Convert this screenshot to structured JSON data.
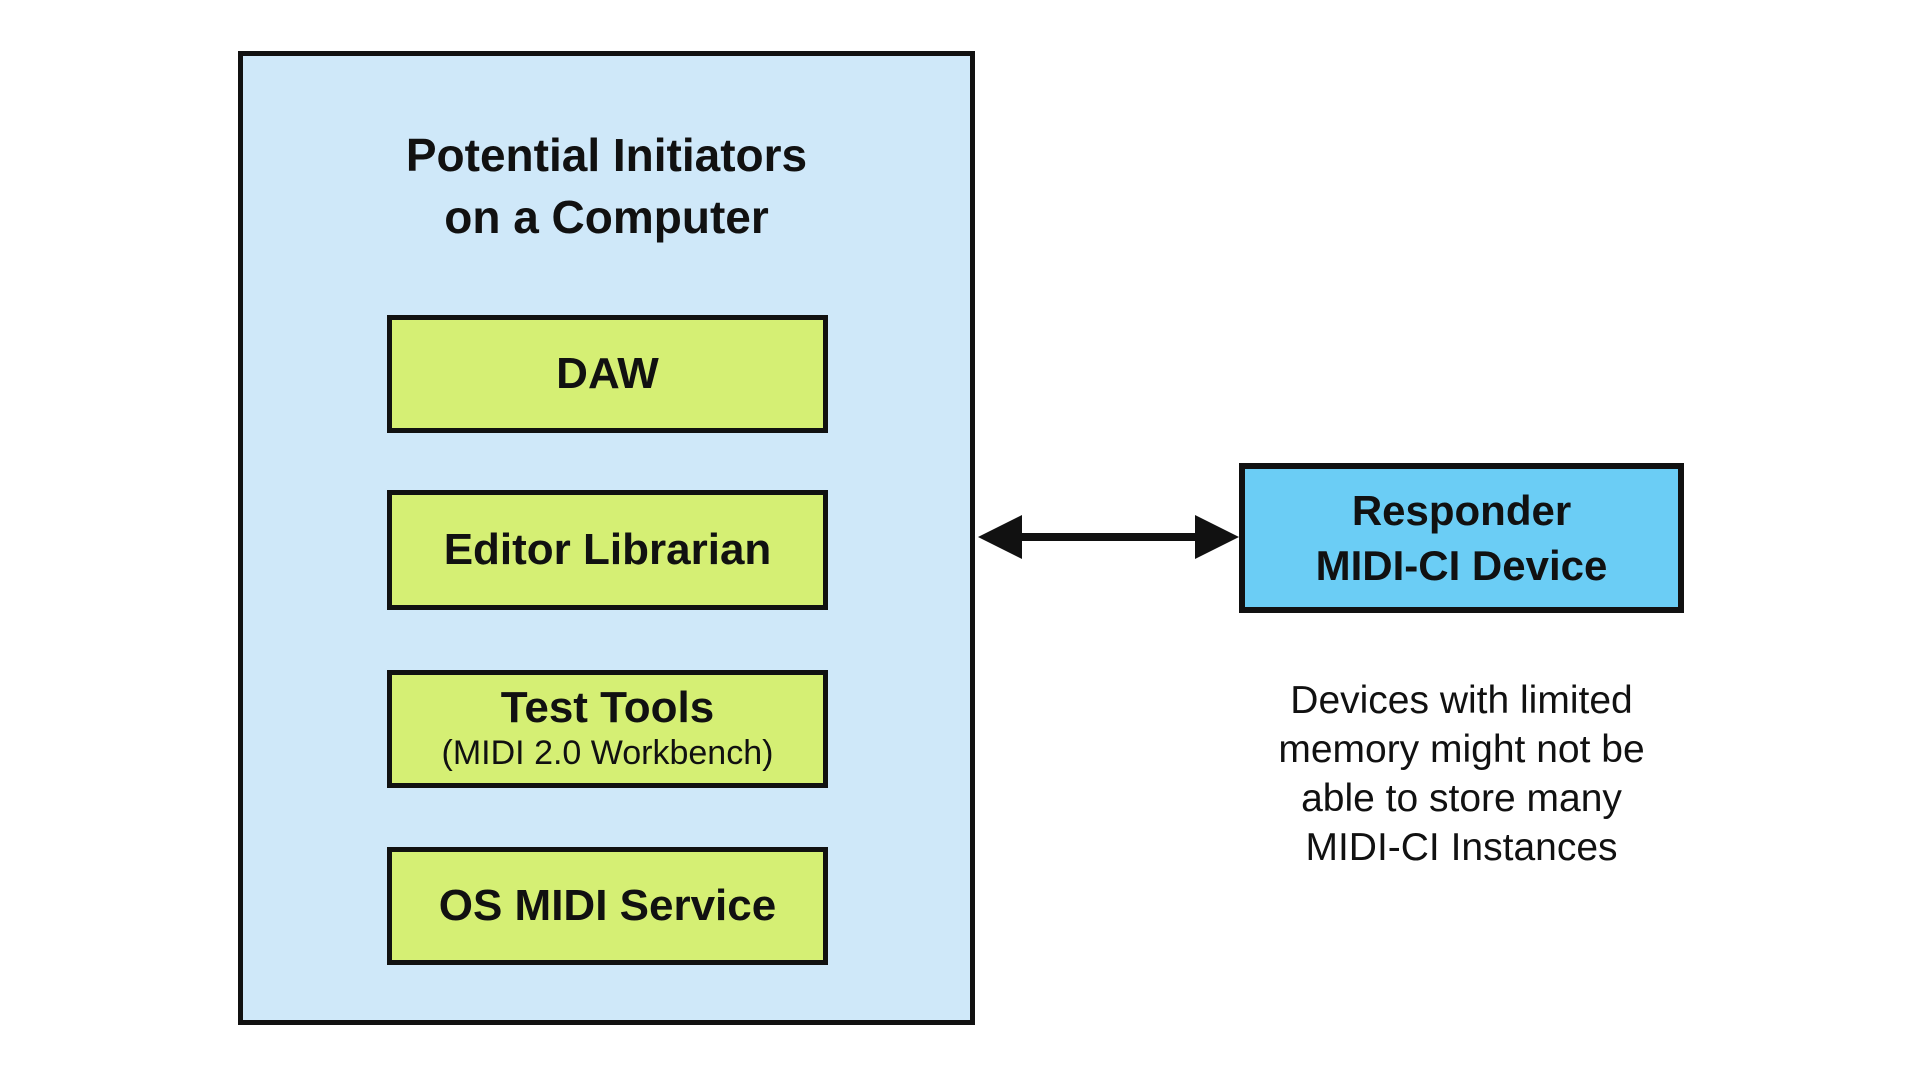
{
  "diagram": {
    "background_color": "#ffffff",
    "border_color": "#111111",
    "text_color": "#111111"
  },
  "initiators": {
    "title": "Potential Initiators\non a Computer",
    "fill_color": "#cfe8f9",
    "box_fill_color": "#d5ef74",
    "boxes": [
      {
        "label": "DAW"
      },
      {
        "label": "Editor Librarian"
      },
      {
        "label": "Test Tools",
        "sublabel": "(MIDI 2.0 Workbench)"
      },
      {
        "label": "OS MIDI Service"
      }
    ]
  },
  "connection": {
    "type": "bidirectional-arrow",
    "color": "#111111"
  },
  "responder": {
    "label": "Responder\nMIDI-CI Device",
    "fill_color": "#6bcdf5",
    "note": "Devices with limited\nmemory might not be\nable to store many\nMIDI-CI Instances"
  }
}
